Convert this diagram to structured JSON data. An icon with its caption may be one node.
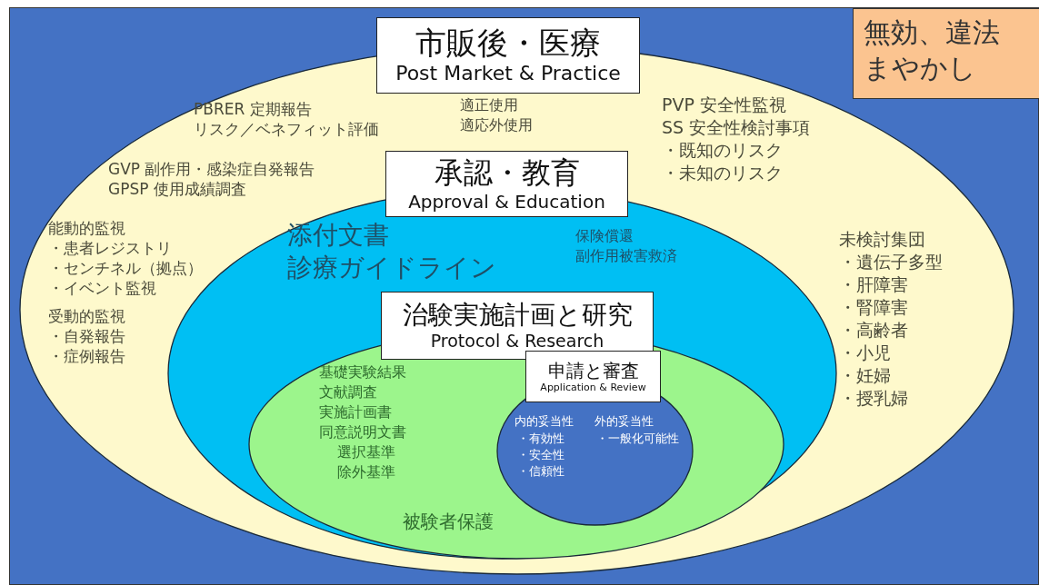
{
  "diagram": {
    "nodes": [
      {
        "text": [],
        "shape": "box"
      },
      {
        "text": [
          "無効、違法まやかし"
        ],
        "in": 0
      },
      {
        "text": [
          "市販後・医療",
          "Post Market & Practice",
          "PBRER 定期報告",
          "適正使用",
          "PVP 安全性監視",
          "リスク／ベネフィット評価",
          "適応外使用",
          "SS 安全性検討事項",
          "・既知のリスク",
          "GVP 副作用・感染症自発報告",
          "・未知のリスク",
          "GPSP 使用成績調査",
          "能動的監視",
          "未検討集団",
          "・患者レジストリ",
          "・遺伝子多型",
          "・センチネル（拠点）",
          "・肝障害",
          "・イベント監視",
          "・腎障害",
          "受動的監視",
          "・高齢者",
          "・自発報告",
          "・小児",
          "・症例報告",
          "・妊婦",
          "・授乳婦"
        ],
        "in": 0
      },
      {
        "text": [
          "承認・教育",
          "Approval & Education",
          "添付文書",
          "保険償還",
          "診療ガイドライン",
          "副作用被害救済"
        ],
        "in": 2
      },
      {
        "text": [
          "治験実施計画と研究",
          "Protocol & Research",
          "基礎実験結果",
          "文献調査",
          "実施計画書",
          "同意説明文書",
          "選択基準",
          "除外基準",
          "被験者保護"
        ],
        "in": 3
      },
      {
        "text": [
          "申請と審査",
          "Application & Review",
          "内的妥当性",
          "外的妥当性",
          "・有効性",
          "・一般化可能性",
          "・安全性",
          "・信頼性"
        ],
        "in": 4
      }
    ]
  }
}
